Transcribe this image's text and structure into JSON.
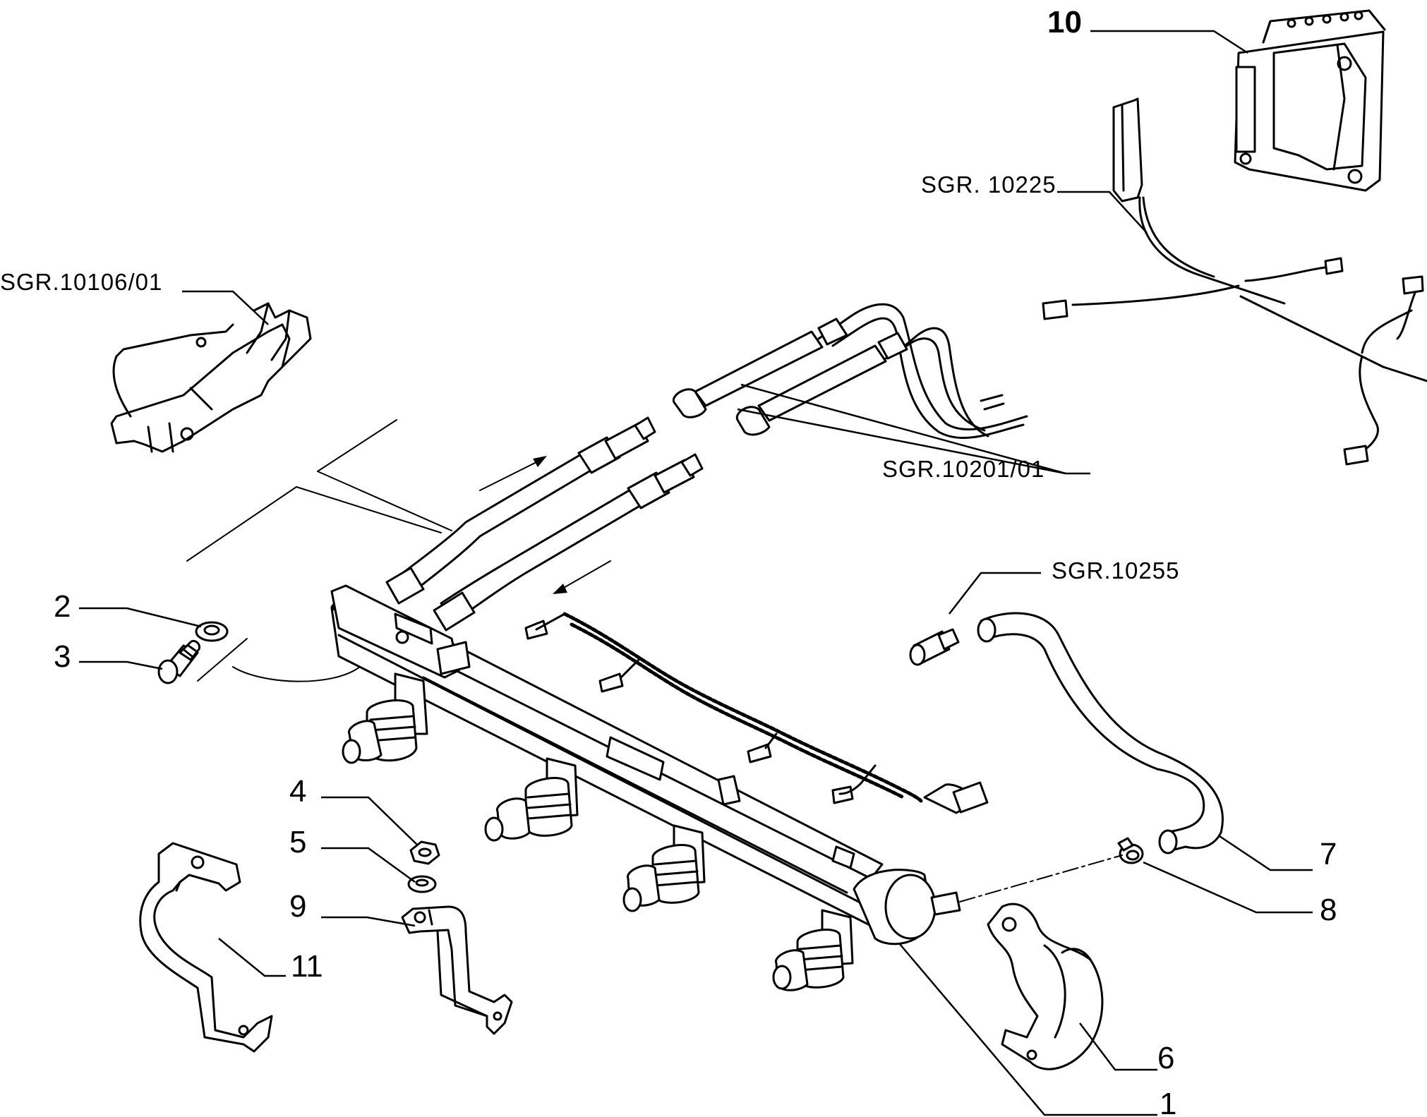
{
  "callouts": {
    "c1": "1",
    "c2": "2",
    "c3": "3",
    "c4": "4",
    "c5": "5",
    "c6": "6",
    "c7": "7",
    "c8": "8",
    "c9": "9",
    "c10": "10",
    "c11": "11"
  },
  "references": {
    "r10106": "SGR.10106/01",
    "r10225": "SGR. 10225",
    "r10201": "SGR.10201/01",
    "r10255": "SGR.10255"
  }
}
